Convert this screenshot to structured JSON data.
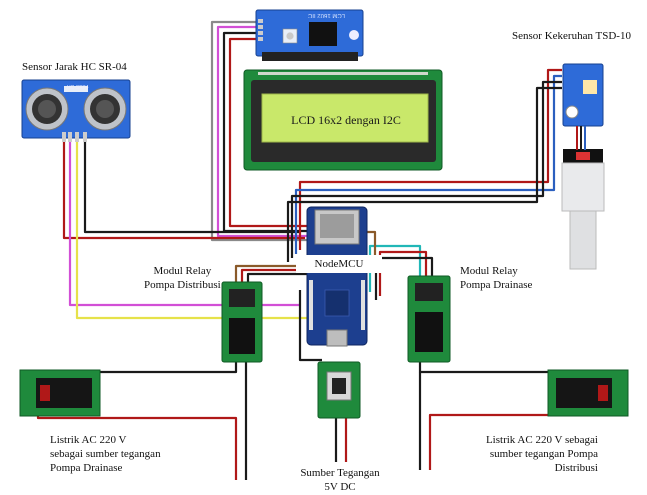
{
  "labels": {
    "ultrasonic": "Sensor Jarak HC SR-04",
    "turbidity": "Sensor Kekeruhan TSD-10",
    "lcd_inner": "LCD 16x2 dengan I2C",
    "nodemcu": "NodeMCU",
    "relay_left": [
      "Modul Relay",
      "Pompa Distribusi"
    ],
    "relay_right": [
      "Modul Relay",
      "Pompa Drainase"
    ],
    "ac_left": [
      "Listrik AC 220 V",
      "sebagai sumber tegangan",
      "Pompa Drainase"
    ],
    "ac_right": [
      "Listrik AC 220 V sebagai",
      "sumber tegangan Pompa",
      "Distribusi"
    ],
    "power": [
      "Sumber Tegangan",
      "5V DC"
    ]
  },
  "component_marks": {
    "i2c_board": "LCM 1602 IIC",
    "hc_sensor": "HC-SR04"
  },
  "colors": {
    "wire_red": "#b01818",
    "wire_black": "#1a1a1a",
    "wire_blue": "#2b5fbf",
    "wire_yellow": "#e6e24a",
    "wire_magenta": "#d24fd6",
    "wire_gray": "#8a8a8a",
    "wire_cyan": "#21b7b7",
    "wire_brown": "#8a5a2a",
    "board_green": "#1f8a3c",
    "lcd_screen": "#c9e86a",
    "sensor_blue": "#2e6bd8",
    "nodemcu_blue": "#1d3f8f"
  }
}
